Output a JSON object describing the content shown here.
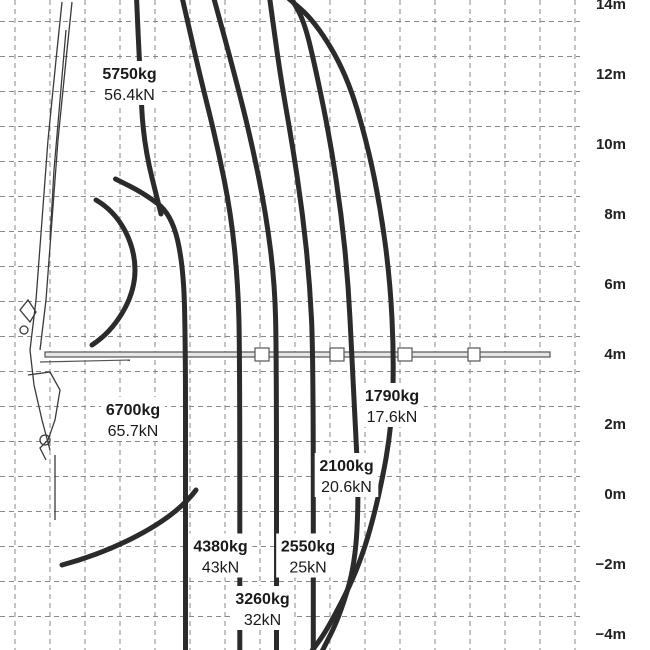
{
  "chart_data": {
    "type": "line",
    "title": "",
    "xlabel": "",
    "ylabel": "",
    "ylim": [
      -4.5,
      14
    ],
    "yticks": [
      14,
      12,
      10,
      8,
      6,
      4,
      2,
      0,
      -2,
      -4
    ],
    "ytick_labels": [
      "14m",
      "12m",
      "10m",
      "8m",
      "6m",
      "4m",
      "2m",
      "0m",
      "−2m",
      "−4m"
    ],
    "series": [
      {
        "name": "5750kg",
        "kn": "56.4kN",
        "label_anchor": [
          10.4,
          11.8
        ],
        "values": [
          [
            10.6,
            14.2
          ],
          [
            10.7,
            12.0
          ],
          [
            10.8,
            10.0
          ],
          [
            11.3,
            8.0
          ]
        ]
      },
      {
        "name": "6700kg",
        "kn": "65.7kN",
        "label_anchor": [
          10.5,
          2.2
        ],
        "values": [
          [
            10.0,
            9.0
          ],
          [
            10.8,
            8.6
          ],
          [
            11.6,
            8.0
          ],
          [
            11.95,
            6.5
          ],
          [
            12.0,
            4.0
          ],
          [
            12.0,
            1.0
          ],
          [
            12.0,
            -4.5
          ]
        ]
      },
      {
        "name": "4380kg",
        "kn": "43kN",
        "label_anchor": [
          13.0,
          -1.7
        ],
        "values": [
          [
            11.9,
            14.2
          ],
          [
            12.4,
            12.0
          ],
          [
            12.9,
            10.0
          ],
          [
            13.3,
            8.0
          ],
          [
            13.5,
            6.0
          ],
          [
            13.55,
            4.0
          ],
          [
            13.55,
            -4.5
          ]
        ]
      },
      {
        "name": "3260kg",
        "kn": "32kN",
        "label_anchor": [
          14.2,
          -3.2
        ],
        "values": [
          [
            12.8,
            14.2
          ],
          [
            13.4,
            12.0
          ],
          [
            13.9,
            10.0
          ],
          [
            14.3,
            8.0
          ],
          [
            14.55,
            6.0
          ],
          [
            14.6,
            4.0
          ],
          [
            14.6,
            -4.5
          ]
        ]
      },
      {
        "name": "2550kg",
        "kn": "25kN",
        "label_anchor": [
          15.5,
          -1.7
        ],
        "values": [
          [
            14.4,
            14.2
          ],
          [
            14.7,
            12.0
          ],
          [
            15.05,
            10.0
          ],
          [
            15.35,
            8.0
          ],
          [
            15.55,
            6.0
          ],
          [
            15.65,
            4.0
          ],
          [
            15.65,
            -4.5
          ]
        ]
      },
      {
        "name": "2100kg",
        "kn": "20.6kN",
        "label_anchor": [
          16.6,
          0.6
        ],
        "values": [
          [
            15.0,
            14.2
          ],
          [
            15.4,
            13.5
          ],
          [
            15.75,
            12.0
          ],
          [
            16.15,
            10.0
          ],
          [
            16.45,
            8.0
          ],
          [
            16.65,
            6.0
          ],
          [
            16.75,
            4.0
          ],
          [
            16.85,
            2.0
          ],
          [
            16.95,
            0.0
          ],
          [
            16.85,
            -2.0
          ],
          [
            16.4,
            -3.5
          ],
          [
            15.9,
            -4.5
          ]
        ]
      },
      {
        "name": "1790kg",
        "kn": "17.6kN",
        "label_anchor": [
          17.9,
          2.6
        ],
        "values": [
          [
            14.9,
            14.2
          ],
          [
            15.7,
            13.5
          ],
          [
            16.6,
            12.0
          ],
          [
            17.2,
            10.0
          ],
          [
            17.6,
            8.0
          ],
          [
            17.85,
            6.0
          ],
          [
            17.95,
            4.0
          ],
          [
            17.9,
            2.0
          ],
          [
            17.55,
            0.0
          ],
          [
            17.0,
            -2.0
          ],
          [
            16.1,
            -3.8
          ],
          [
            15.6,
            -4.5
          ]
        ]
      }
    ]
  }
}
